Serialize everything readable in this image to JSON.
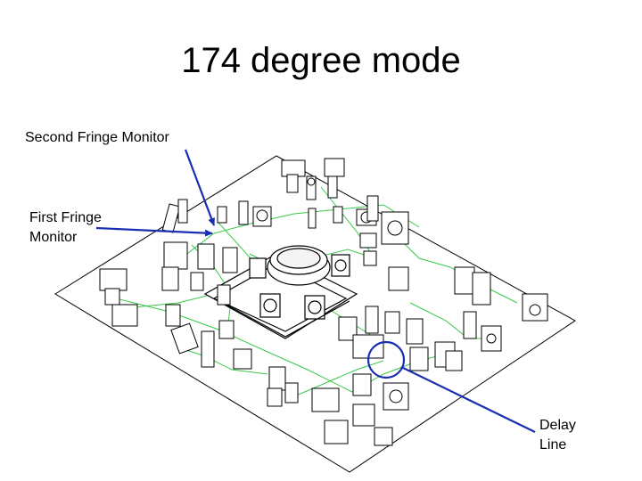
{
  "slide": {
    "title": "174 degree mode"
  },
  "labels": {
    "second_fringe_monitor": "Second Fringe Monitor",
    "first_fringe_monitor_line1": "First Fringe",
    "first_fringe_monitor_line2": "Monitor",
    "delay_line_line1": "Delay",
    "delay_line_line2": "Line"
  },
  "colors": {
    "pointer": "#1a2fb0",
    "beam": "#39c94a",
    "drawing": "#000000"
  }
}
